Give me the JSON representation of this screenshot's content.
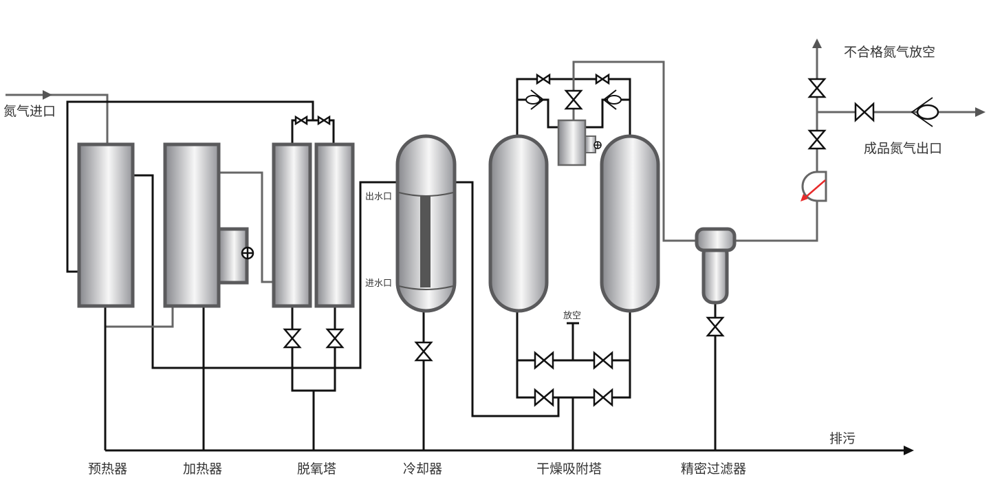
{
  "title": "氮气纯化工艺流程图",
  "labels": {
    "inlet": "氮气进口",
    "vent_unqualified": "不合格氮气放空",
    "product_outlet": "成品氮气出口",
    "drain": "排污",
    "water_out": "出水口",
    "water_in": "进水口",
    "vent": "放空"
  },
  "equipment": [
    {
      "id": "preheater",
      "label": "预热器"
    },
    {
      "id": "heater",
      "label": "加热器"
    },
    {
      "id": "deoxidizer",
      "label": "脱氧塔"
    },
    {
      "id": "cooler",
      "label": "冷却器"
    },
    {
      "id": "dryer",
      "label": "干燥吸附塔"
    },
    {
      "id": "filter",
      "label": "精密过滤器"
    }
  ],
  "colors": {
    "pipe": "#111111",
    "gas_pipe": "#666666",
    "vessel_border": "#5a5a5c",
    "gauge_needle": "#e82a2a"
  }
}
